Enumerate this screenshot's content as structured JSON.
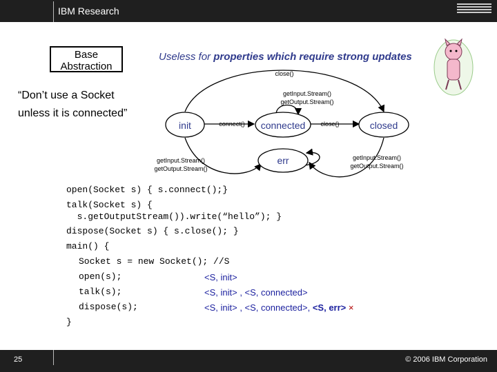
{
  "header": {
    "brand": "IBM Research"
  },
  "badge": {
    "line1": "Base",
    "line2": "Abstraction"
  },
  "headline": {
    "part1": "Useless",
    "part2": " for ",
    "part3": "properties which require strong updates"
  },
  "quote": {
    "line1": "“Don’t use a Socket",
    "line2": "unless it is connected”"
  },
  "diagram": {
    "states": {
      "init": "init",
      "connected": "connected",
      "closed": "closed",
      "err": "err"
    },
    "edges": {
      "connect": "connect()",
      "close_top": "close()",
      "close_mid": "close()",
      "self_connected_1": "getInput.Stream()",
      "self_connected_2": "getOutput.Stream()",
      "init_loop_1": "getInput.Stream()",
      "init_loop_2": "getOutput.Stream()",
      "closed_loop_1": "getInput.Stream()",
      "closed_loop_2": "getOutput.Stream()"
    }
  },
  "code": {
    "l1": "open(Socket s) { s.connect();}",
    "l2": "talk(Socket s) {",
    "l3": "  s.getOutputStream()).write(“hello”); }",
    "l4": "dispose(Socket s) { s.close(); }",
    "l5": "main() {",
    "l6": "Socket s = new Socket(); //S",
    "l7": "open(s);",
    "l8": "talk(s);",
    "l9": "dispose(s);",
    "l10": "}"
  },
  "traces": {
    "t1": "<S, init>",
    "t2a": "<S, init>",
    "t2b": " , <S, connected>",
    "t3a": "<S, init>",
    "t3b": " , <S, connected>, ",
    "t3c": "<S, err>",
    "t3x": "×"
  },
  "footer": {
    "page": "25",
    "copyright": "© 2006 IBM Corporation"
  },
  "icons": {
    "mascot": "cat-mascot-icon",
    "logo": "ibm-logo-icon"
  },
  "colors": {
    "accent_blue": "#2f3a8c",
    "state_blue": "#1a1f9e",
    "error_red": "#b00000"
  }
}
